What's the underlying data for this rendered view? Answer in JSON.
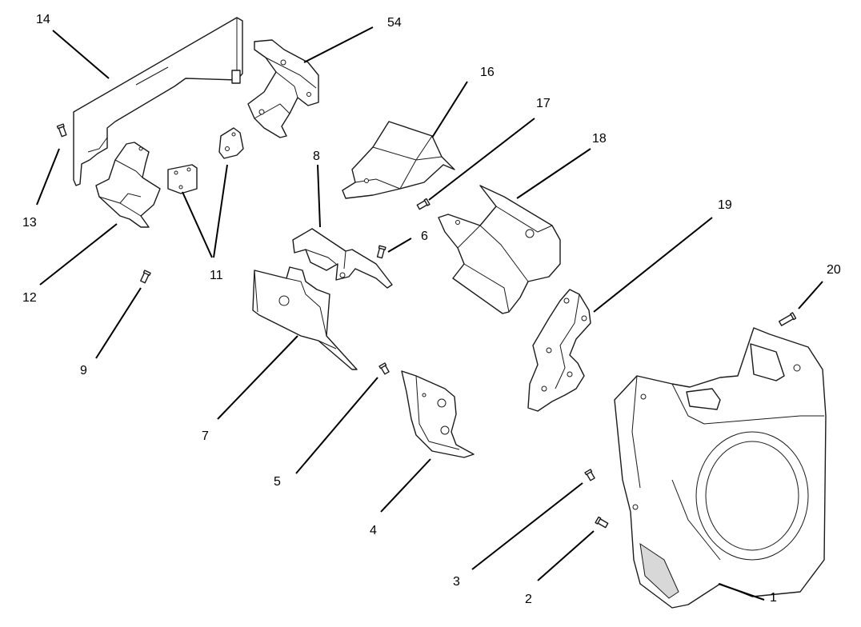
{
  "callouts": [
    {
      "id": "1",
      "label": "1"
    },
    {
      "id": "2",
      "label": "2"
    },
    {
      "id": "3",
      "label": "3"
    },
    {
      "id": "4",
      "label": "4"
    },
    {
      "id": "5",
      "label": "5"
    },
    {
      "id": "6",
      "label": "6"
    },
    {
      "id": "7",
      "label": "7"
    },
    {
      "id": "8",
      "label": "8"
    },
    {
      "id": "9",
      "label": "9"
    },
    {
      "id": "11",
      "label": "11"
    },
    {
      "id": "12",
      "label": "12"
    },
    {
      "id": "13",
      "label": "13"
    },
    {
      "id": "14",
      "label": "14"
    },
    {
      "id": "16",
      "label": "16"
    },
    {
      "id": "17",
      "label": "17"
    },
    {
      "id": "18",
      "label": "18"
    },
    {
      "id": "19",
      "label": "19"
    },
    {
      "id": "20",
      "label": "20"
    },
    {
      "id": "54",
      "label": "54"
    }
  ]
}
